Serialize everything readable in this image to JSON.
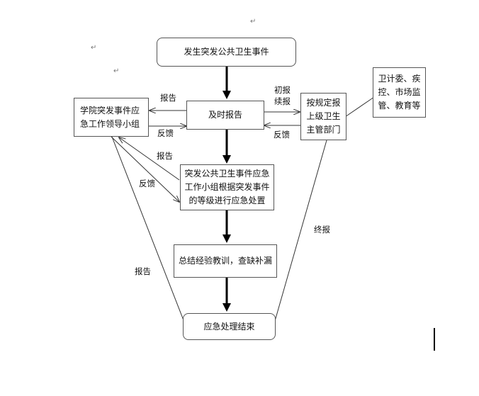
{
  "nodes": {
    "event": "发生突发公共卫生事件",
    "report_timely": "及时报告",
    "college_group_l1": "学院突发事件应",
    "college_group_l2": "急工作领导小组",
    "upper_dept_l1": "按规定报",
    "upper_dept_l2": "上级卫生",
    "upper_dept_l3": "主管部门",
    "agencies_l1": "卫计委、疾",
    "agencies_l2": "控、市场监",
    "agencies_l3": "管、教育等",
    "handling_l1": "突发公共卫生事件应急",
    "handling_l2": "工作小组根据突发事件",
    "handling_l3": "的等级进行应急处置",
    "summary": "总结经验教训，查缺补漏",
    "end": "应急处理结束"
  },
  "labels": {
    "report_1": "报告",
    "feedback_1": "反馈",
    "initial_l1": "初报",
    "initial_l2": "续报",
    "feedback_2": "反馈",
    "report_2": "报告",
    "feedback_3": "反馈",
    "final_report": "终报",
    "report_3": "报告"
  },
  "para_mark": "↵"
}
